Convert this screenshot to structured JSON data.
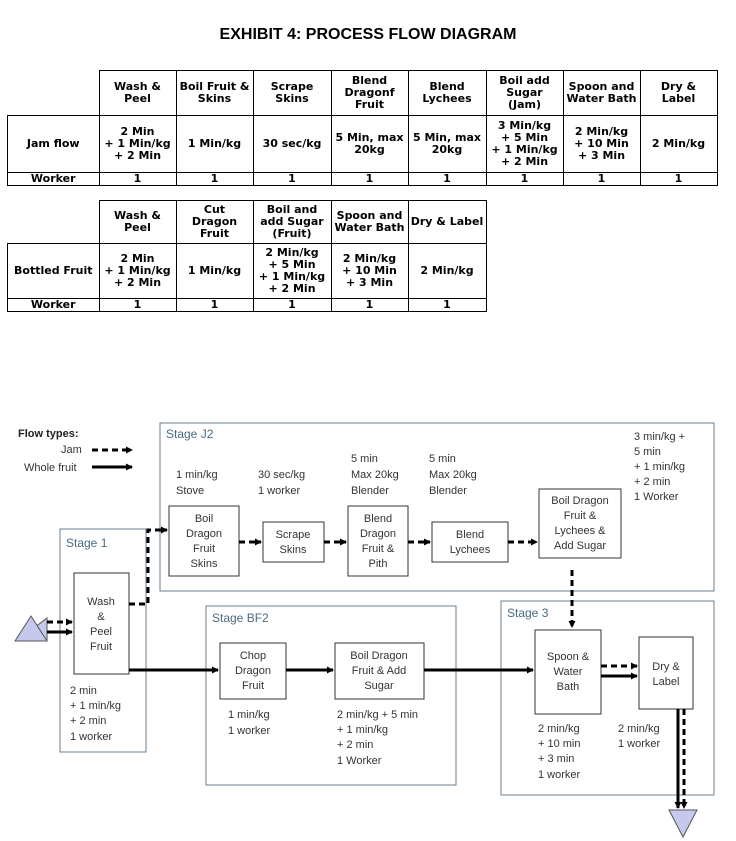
{
  "title": "EXHIBIT 4: PROCESS FLOW DIAGRAM",
  "table1": {
    "headers": [
      "Wash &\nPeel",
      "Boil Fruit &\nSkins",
      "Scrape\nSkins",
      "Blend\nDragonf\nFruit",
      "Blend\nLychees",
      "Boil add\nSugar\n(Jam)",
      "Spoon and\nWater Bath",
      "Dry & Label"
    ],
    "row_label": "Jam flow",
    "row": [
      "2 Min\n+ 1 Min/kg\n+ 2 Min",
      "1 Min/kg",
      "30 sec/kg",
      "5 Min, max\n20kg",
      "5 Min, max\n20kg",
      "3 Min/kg\n+ 5 Min\n+ 1 Min/kg\n+ 2 Min",
      "2 Min/kg\n+ 10 Min\n+ 3 Min",
      "2 Min/kg"
    ],
    "worker_label": "Worker",
    "workers": [
      "1",
      "1",
      "1",
      "1",
      "1",
      "1",
      "1",
      "1"
    ]
  },
  "table2": {
    "headers": [
      "Wash &\nPeel",
      "Cut\nDragon\nFruit",
      "Boil and\nadd Sugar\n(Fruit)",
      "Spoon and\nWater Bath",
      "Dry & Label"
    ],
    "row_label": "Bottled Fruit",
    "row": [
      "2 Min\n+ 1 Min/kg\n+ 2 Min",
      "1 Min/kg",
      "2 Min/kg\n+ 5 Min\n+ 1 Min/kg\n+ 2 Min",
      "2 Min/kg\n+ 10 Min\n+ 3 Min",
      "2 Min/kg"
    ],
    "worker_label": "Worker",
    "workers": [
      "1",
      "1",
      "1",
      "1",
      "1"
    ]
  },
  "diagram": {
    "legend": {
      "title": "Flow types:",
      "jam": "Jam",
      "whole_fruit": "Whole fruit"
    },
    "stages": {
      "j2": "Stage J2",
      "s1": "Stage 1",
      "bf2": "Stage BF2",
      "s3": "Stage 3"
    },
    "boxes": {
      "wash": [
        "Wash",
        "&",
        "Peel",
        "Fruit"
      ],
      "boil_skins": [
        "Boil",
        "Dragon",
        "Fruit",
        "Skins"
      ],
      "scrape": [
        "Scrape",
        "Skins"
      ],
      "blend_dragon": [
        "Blend",
        "Dragon",
        "Fruit &",
        "Pith"
      ],
      "blend_lychees": [
        "Blend",
        "Lychees"
      ],
      "boil_sugar": [
        "Boil Dragon",
        "Fruit &",
        "Lychees &",
        "Add Sugar"
      ],
      "chop": [
        "Chop",
        "Dragon",
        "Fruit"
      ],
      "boil_add": [
        "Boil Dragon",
        "Fruit & Add",
        "Sugar"
      ],
      "spoon": [
        "Spoon  &",
        "Water",
        "Bath"
      ],
      "dry": [
        "Dry &",
        "Label"
      ]
    },
    "notes": {
      "boil_skins": [
        "1 min/kg",
        "Stove"
      ],
      "scrape": [
        "30 sec/kg",
        "1 worker"
      ],
      "blend_dragon": [
        "5 min",
        "Max  20kg",
        "Blender"
      ],
      "blend_lychees": [
        "5 min",
        "Max  20kg",
        "Blender"
      ],
      "boil_sugar": [
        "3 min/kg  +",
        "5 min",
        "+ 1 min/kg",
        "+ 2 min",
        "1 Worker"
      ],
      "wash": [
        "2 min",
        "+ 1 min/kg",
        "+ 2 min",
        "1 worker"
      ],
      "chop": [
        "1 min/kg",
        "1 worker"
      ],
      "boil_add": [
        "2 min/kg  +  5 min",
        "+  1 min/kg",
        "+ 2 min",
        "1 Worker"
      ],
      "spoon": [
        "2 min/kg",
        "+ 10 min",
        "+ 3 min",
        "1 worker"
      ],
      "dry": [
        "2 min/kg",
        "1 worker"
      ]
    }
  }
}
